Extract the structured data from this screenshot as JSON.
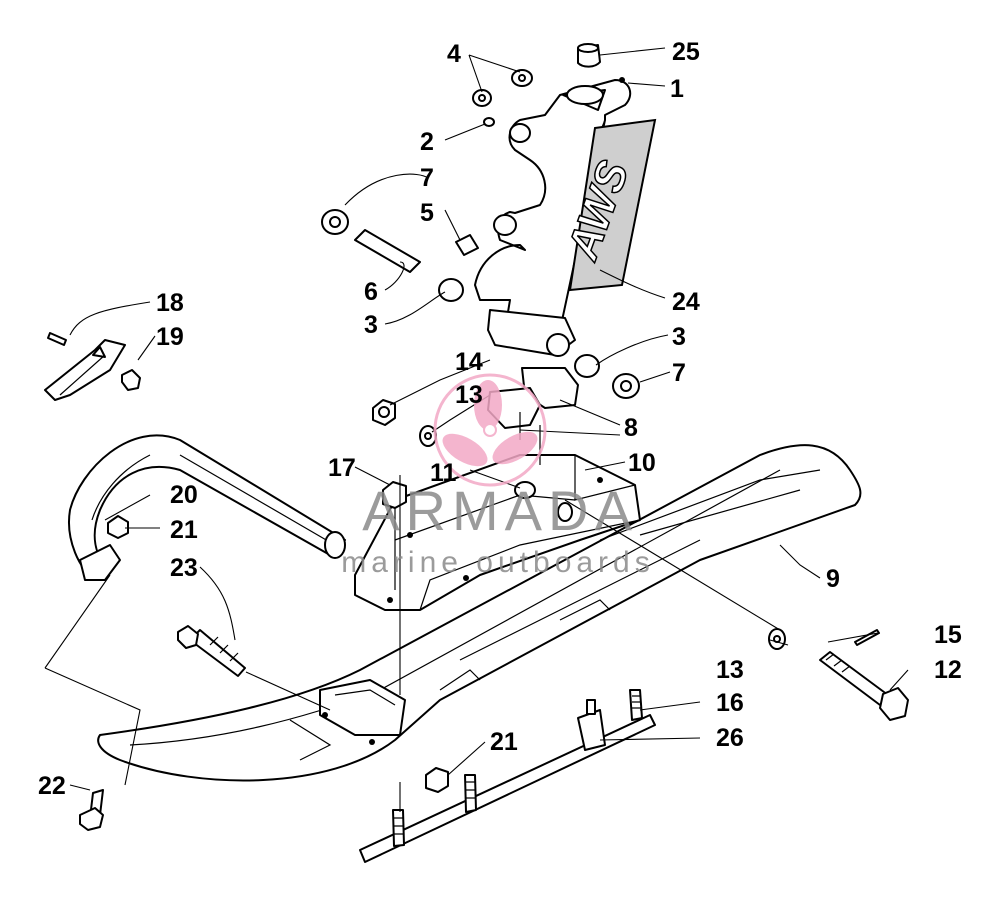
{
  "decal": {
    "text": "AWS"
  },
  "watermark": {
    "brand": "ARMADA",
    "tagline": "marine outboards",
    "color": "#8a8a8a",
    "accent_color": "#f3a9c6"
  },
  "callouts": [
    {
      "id": "c1",
      "number": "1"
    },
    {
      "id": "c2",
      "number": "2"
    },
    {
      "id": "c3a",
      "number": "3"
    },
    {
      "id": "c3b",
      "number": "3"
    },
    {
      "id": "c4",
      "number": "4"
    },
    {
      "id": "c5",
      "number": "5"
    },
    {
      "id": "c6",
      "number": "6"
    },
    {
      "id": "c7a",
      "number": "7"
    },
    {
      "id": "c7b",
      "number": "7"
    },
    {
      "id": "c8",
      "number": "8"
    },
    {
      "id": "c9",
      "number": "9"
    },
    {
      "id": "c10",
      "number": "10"
    },
    {
      "id": "c11",
      "number": "11"
    },
    {
      "id": "c12",
      "number": "12"
    },
    {
      "id": "c13a",
      "number": "13"
    },
    {
      "id": "c13b",
      "number": "13"
    },
    {
      "id": "c14",
      "number": "14"
    },
    {
      "id": "c15",
      "number": "15"
    },
    {
      "id": "c16",
      "number": "16"
    },
    {
      "id": "c17",
      "number": "17"
    },
    {
      "id": "c18",
      "number": "18"
    },
    {
      "id": "c19",
      "number": "19"
    },
    {
      "id": "c20",
      "number": "20"
    },
    {
      "id": "c21a",
      "number": "21"
    },
    {
      "id": "c21b",
      "number": "21"
    },
    {
      "id": "c22",
      "number": "22"
    },
    {
      "id": "c23",
      "number": "23"
    },
    {
      "id": "c24",
      "number": "24"
    },
    {
      "id": "c25",
      "number": "25"
    },
    {
      "id": "c26",
      "number": "26"
    }
  ]
}
